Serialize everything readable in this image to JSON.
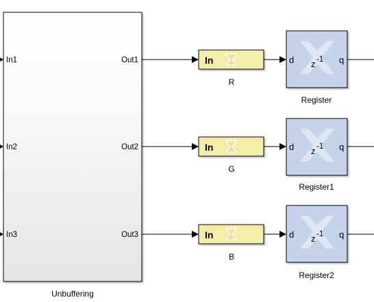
{
  "subsystem": {
    "name": "Unbuffering",
    "inputs": [
      "In1",
      "In2",
      "In3"
    ],
    "outputs": [
      "Out1",
      "Out2",
      "Out3"
    ]
  },
  "gateways": [
    {
      "label": "In",
      "name": "R"
    },
    {
      "label": "In",
      "name": "G"
    },
    {
      "label": "In",
      "name": "B"
    }
  ],
  "registers": [
    {
      "name": "Register",
      "port_d": "d",
      "port_q": "q",
      "expr_base": "z",
      "expr_exp": "-1"
    },
    {
      "name": "Register1",
      "port_d": "d",
      "port_q": "q",
      "expr_base": "z",
      "expr_exp": "-1"
    },
    {
      "name": "Register2",
      "port_d": "d",
      "port_q": "q",
      "expr_base": "z",
      "expr_exp": "-1"
    }
  ],
  "colors": {
    "gateway_fill": "#f2eeaa",
    "register_fill": "#c4d2ea",
    "logo_fill": "#dfe6f3",
    "sigma_fill": "#e8e0a6"
  }
}
